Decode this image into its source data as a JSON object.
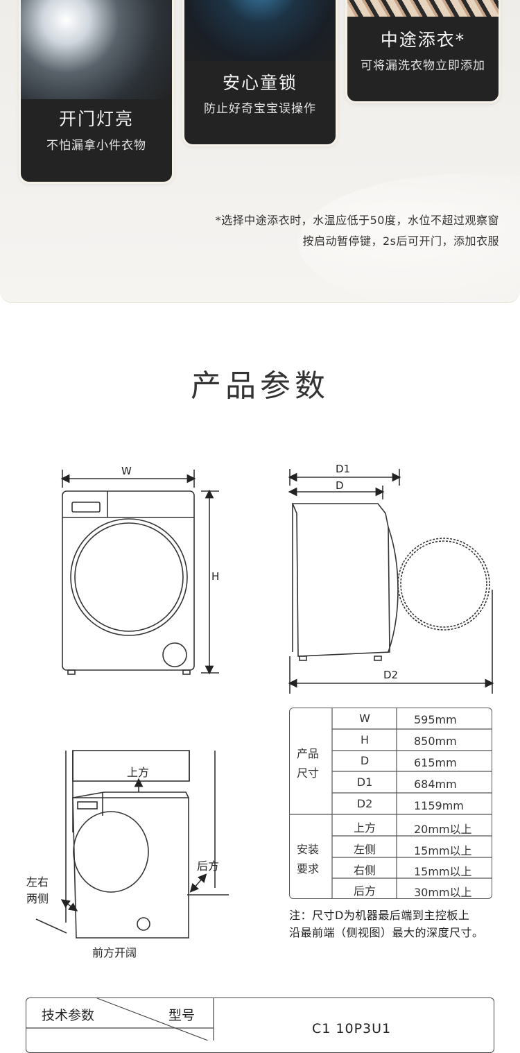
{
  "features": [
    {
      "title": "开门灯亮",
      "subtitle": "不怕漏拿小件衣物"
    },
    {
      "title": "安心童锁",
      "subtitle": "防止好奇宝宝误操作"
    },
    {
      "title": "中途添衣*",
      "subtitle": "可将漏洗衣物立即添加"
    }
  ],
  "footnote": {
    "line1": "*选择中途添衣时，水温应低于50度，水位不超过观察窗",
    "line2": "按启动暂停键，2s后可开门，添加衣服"
  },
  "section_title": "产品参数",
  "front_view": {
    "w_label": "W",
    "h_label": "H"
  },
  "side_view": {
    "d1_label": "D1",
    "d_label": "D",
    "d2_label": "D2"
  },
  "install_view": {
    "top_label": "上方",
    "back_label": "后方",
    "sides_label_1": "左右",
    "sides_label_2": "两侧",
    "front_label": "前方开阔"
  },
  "spec": {
    "group1_line1": "产品",
    "group1_line2": "尺寸",
    "group2_line1": "安装",
    "group2_line2": "要求",
    "rows": [
      {
        "key": "W",
        "value": "595mm"
      },
      {
        "key": "H",
        "value": "850mm"
      },
      {
        "key": "D",
        "value": "615mm"
      },
      {
        "key": "D1",
        "value": "684mm"
      },
      {
        "key": "D2",
        "value": "1159mm"
      },
      {
        "key": "上方",
        "value": "20mm以上"
      },
      {
        "key": "左侧",
        "value": "15mm以上"
      },
      {
        "key": "右侧",
        "value": "15mm以上"
      },
      {
        "key": "后方",
        "value": "30mm以上"
      }
    ]
  },
  "note": {
    "line1": "注：尺寸D为机器最后端到主控板上",
    "line2": "沿最前端（侧视图）最大的深度尺寸。"
  },
  "tech_table": {
    "header_left": "技术参数",
    "header_right": "型号",
    "model": "C1 10P3U1"
  }
}
